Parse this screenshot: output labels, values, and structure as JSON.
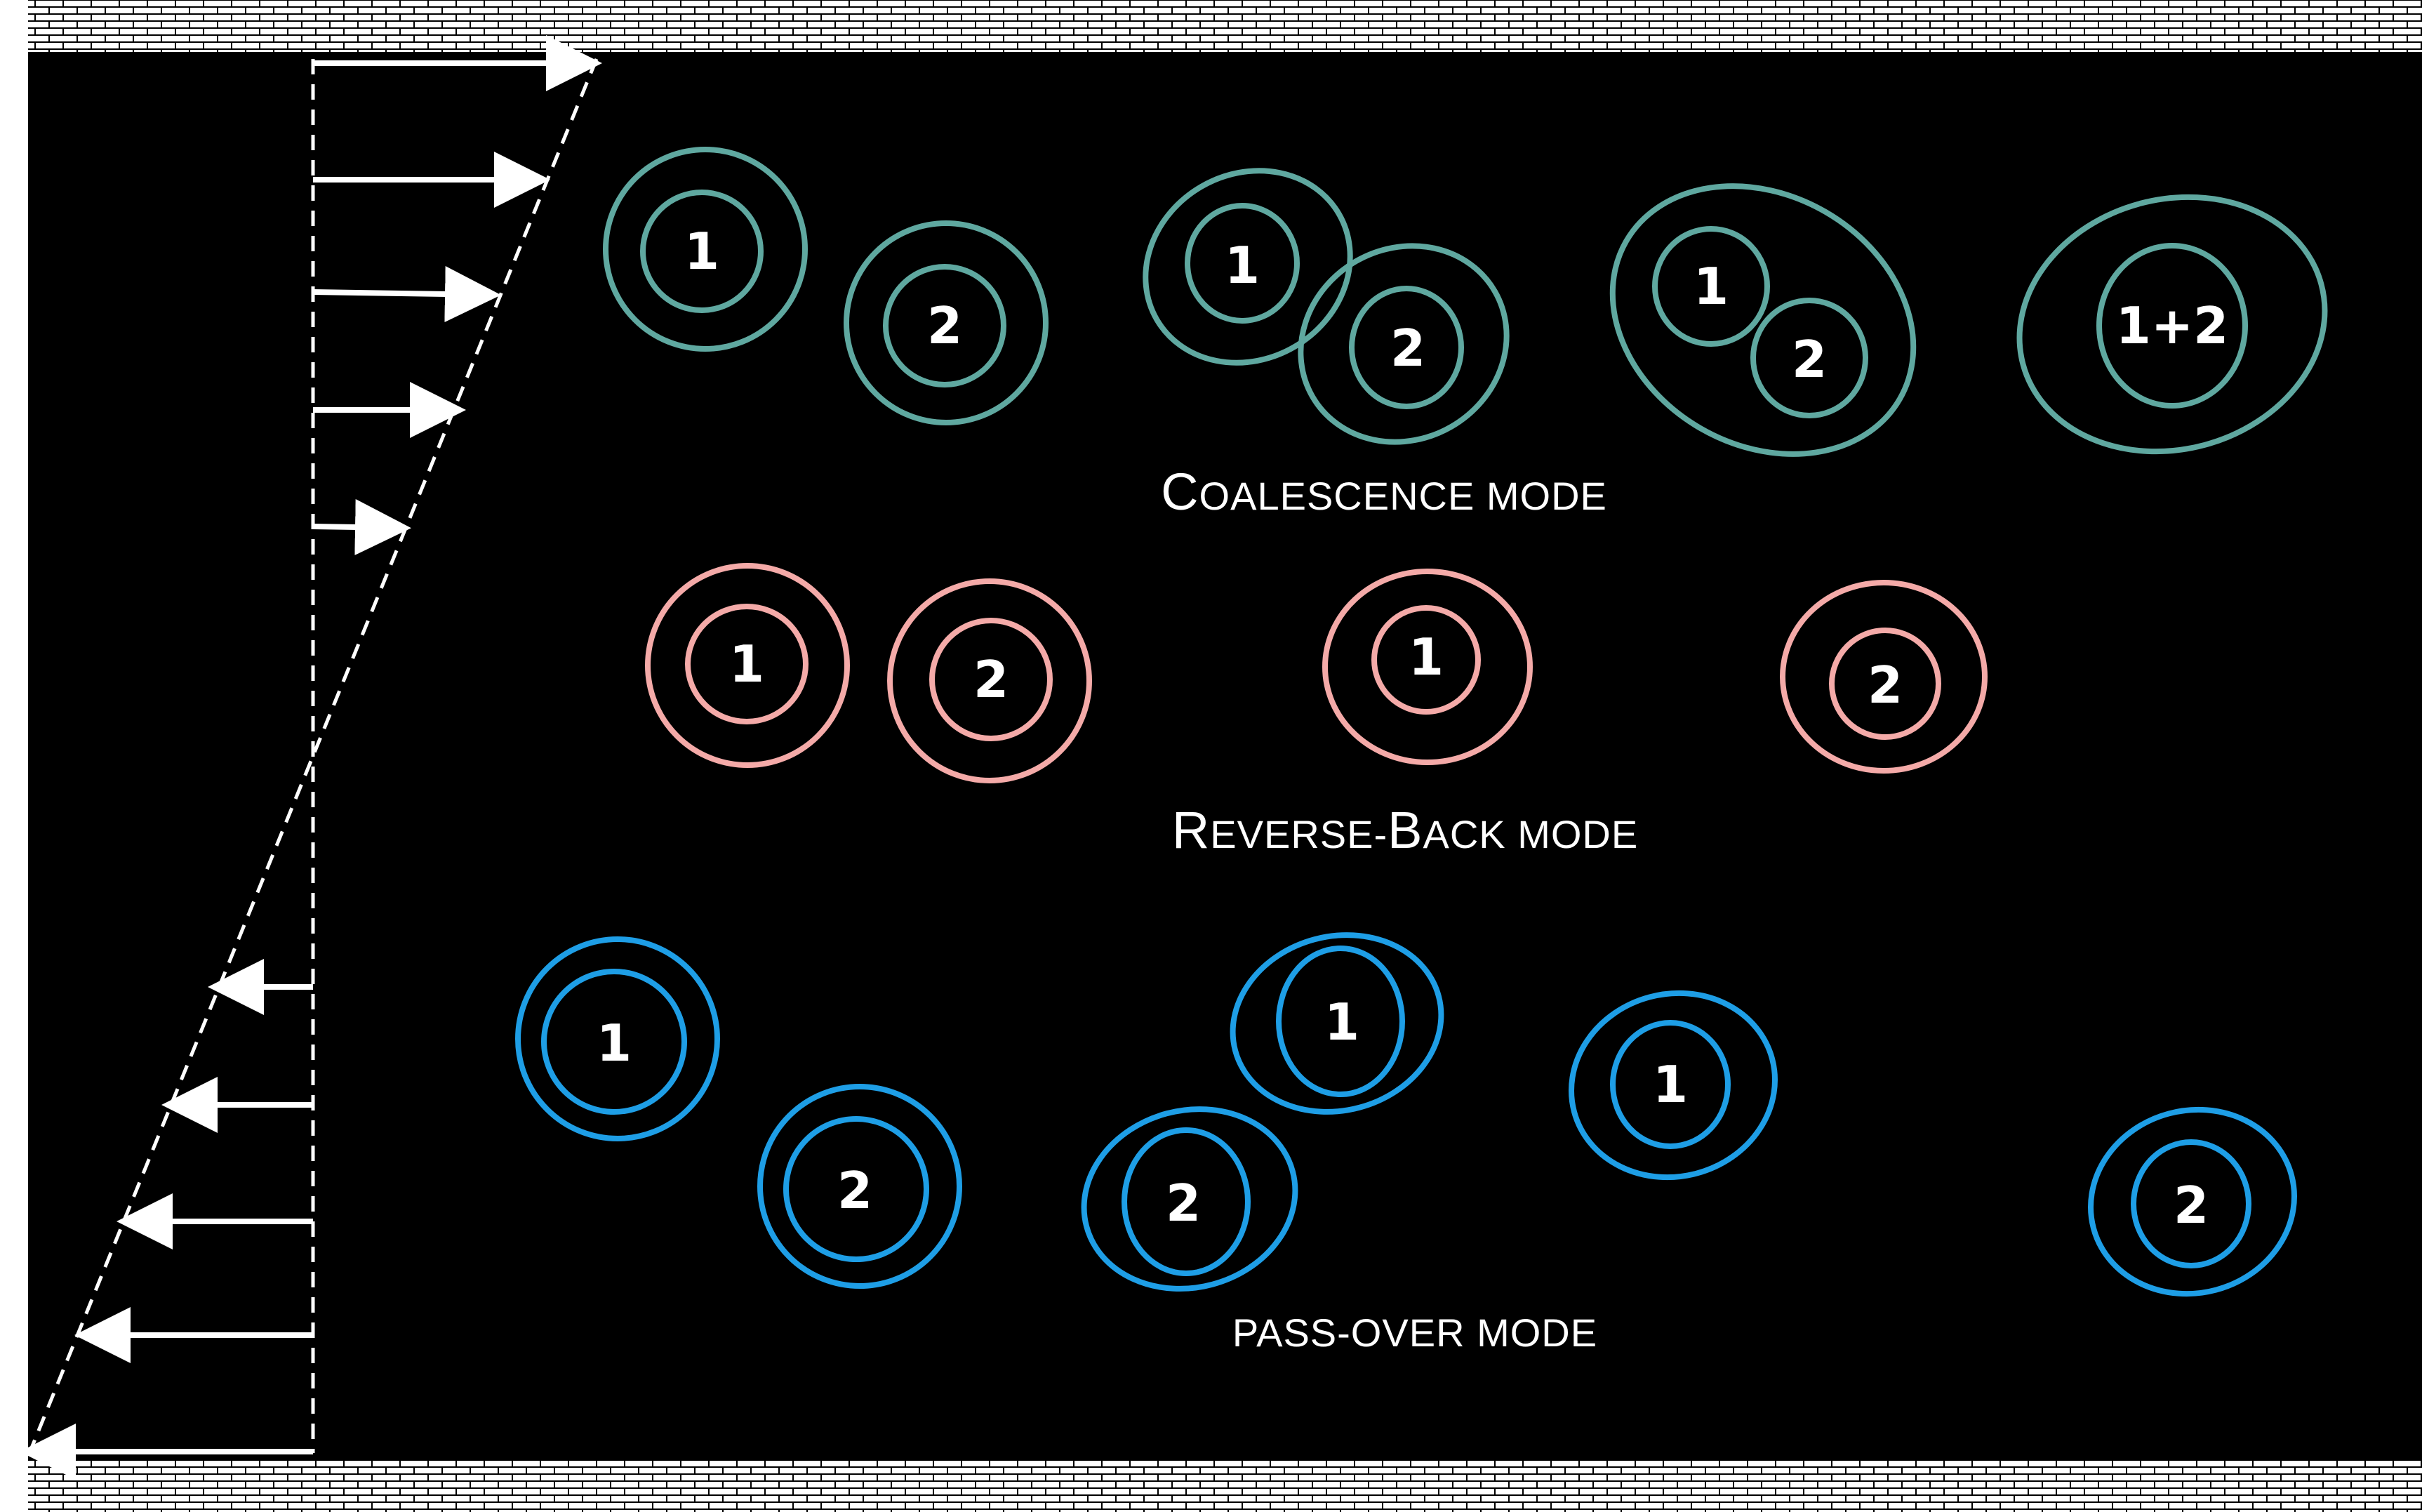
{
  "colors": {
    "background": "#000000",
    "wall_fill": "#ffffff",
    "wall_line": "#000000",
    "profile": "#ffffff",
    "coalescence": "#5fa8a0",
    "reverse_back": "#f4aaa8",
    "pass_over": "#1e9ee6"
  },
  "walls": {
    "top": "wall-top",
    "bottom": "wall-bottom",
    "pattern": "brick"
  },
  "shear_profile": {
    "description_icon": "linear-shear-velocity-arrows",
    "upper_arrow_direction": "right",
    "lower_arrow_direction": "left"
  },
  "modes": {
    "coalescence": {
      "first": "C",
      "rest": "OALESCENCE MODE",
      "stages": [
        {
          "labels": [
            "1",
            "2"
          ]
        },
        {
          "labels": [
            "1",
            "2"
          ]
        },
        {
          "labels": [
            "1",
            "2"
          ]
        },
        {
          "labels": [
            "1+2"
          ]
        }
      ]
    },
    "reverse_back": {
      "first": "R",
      "rest": "EVERSE-",
      "first2": "B",
      "rest2": "ACK MODE",
      "stages": [
        {
          "labels": [
            "1",
            "2"
          ]
        },
        {
          "labels": [
            "1"
          ]
        },
        {
          "labels": [
            "2"
          ]
        }
      ]
    },
    "pass_over": {
      "text": "PASS-OVER MODE",
      "stages": [
        {
          "labels": [
            "1",
            "2"
          ]
        },
        {
          "labels": [
            "1",
            "2"
          ]
        },
        {
          "labels": [
            "1",
            "2"
          ]
        }
      ]
    }
  }
}
